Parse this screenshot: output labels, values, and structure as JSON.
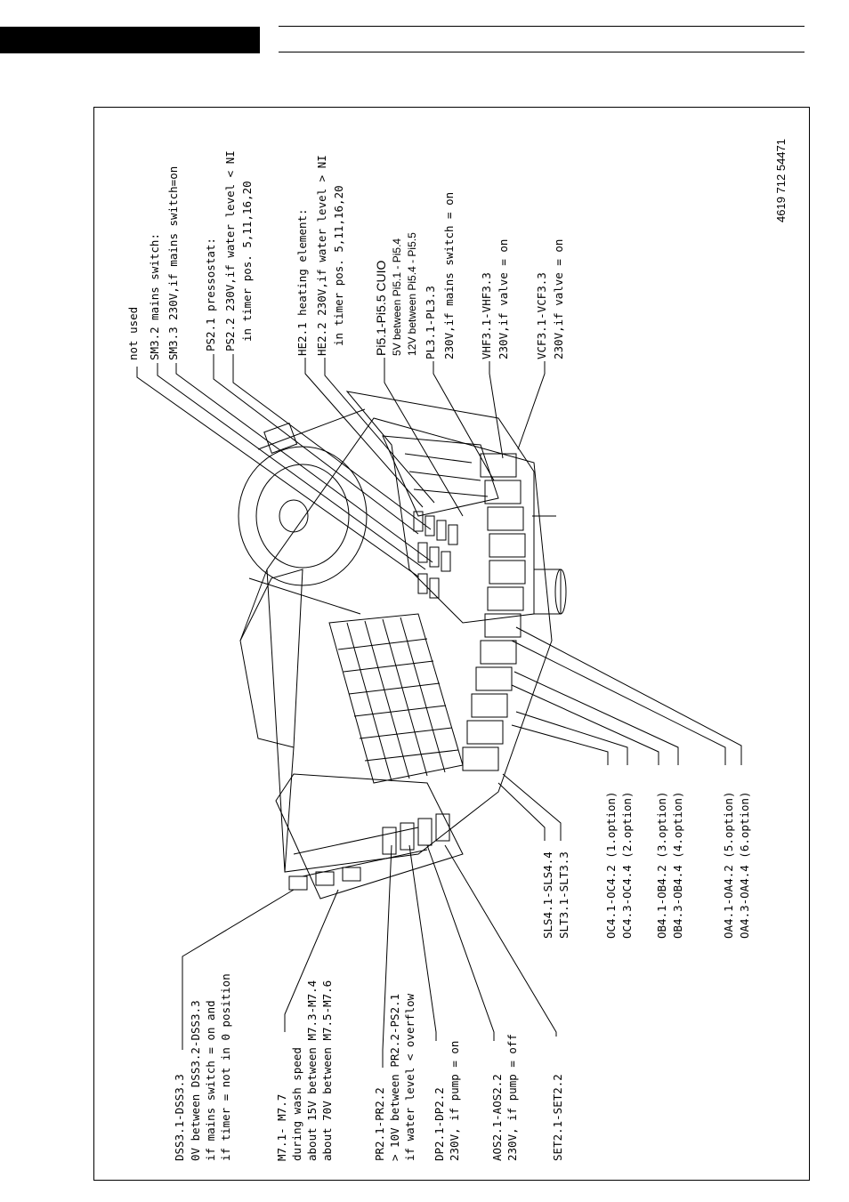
{
  "doc_number": "4619 712 54471",
  "top_labels": [
    {
      "lines": [
        "not used"
      ]
    },
    {
      "lines": [
        "SM3.2 mains switch:",
        "SM3.3 230V,if mains switch=on"
      ]
    },
    {
      "lines": [
        "PS2.1 pressostat:",
        "PS2.2 230V,if water level < NI",
        "in timer pos. 5,11,16,20"
      ]
    },
    {
      "lines": [
        "HE2.1 heating element:",
        "HE2.2 230V,if water level > NI",
        "in timer pos. 5,11,16,20"
      ]
    },
    {
      "lines": [
        "Pi5.1-Pi5.5 CUIO",
        "5V between Pi5.1 - Pi5.4",
        "12V between Pi5.4 - Pi5.5"
      ]
    },
    {
      "lines": [
        "PL3.1-PL3.3",
        "230V,if mains switch = on"
      ]
    },
    {
      "lines": [
        "VHF3.1-VHF3.3",
        "230V,if valve = on"
      ]
    },
    {
      "lines": [
        "VCF3.1-VCF3.3",
        "230V,if valve = on"
      ]
    }
  ],
  "bottom_labels": [
    {
      "lines": [
        "DSS3.1-DSS3.3",
        "0V between DSS3.2-DSS3.3",
        "if mains switch = on and",
        "if timer = not in 0 position"
      ]
    },
    {
      "lines": [
        "M7.1- M7.7",
        "during wash speed",
        "about 15V between M7.3-M7.4",
        "about 70V between M7.5-M7.6"
      ]
    },
    {
      "lines": [
        "PR2.1-PR2.2",
        "> 10V between PR2.2-PS2.1",
        "if water level < overflow"
      ]
    },
    {
      "lines": [
        "DP2.1-DP2.2",
        "230V, if pump = on"
      ]
    },
    {
      "lines": [
        "AOS2.1-AOS2.2",
        "230V, if pump = off"
      ]
    },
    {
      "lines": [
        "SET2.1-SET2.2"
      ]
    },
    {
      "lines": [
        "SLS4.1-SLS4.4",
        "SLT3.1-SLT3.3"
      ]
    },
    {
      "lines": [
        "OC4.1-OC4.2 (1.option)",
        "OC4.3-OC4.4 (2.option)"
      ]
    },
    {
      "lines": [
        "OB4.1-OB4.2 (3.option)",
        "OB4.3-OB4.4 (4.option)"
      ]
    },
    {
      "lines": [
        "OA4.1-OA4.2 (5.option)",
        "OA4.3-OA4.4 (6.option)"
      ]
    }
  ]
}
